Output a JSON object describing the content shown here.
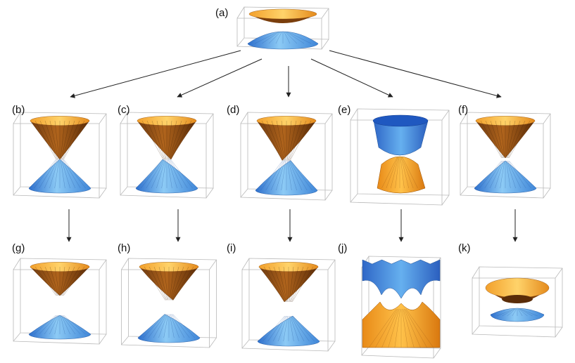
{
  "panels": {
    "a": {
      "label": "(a)",
      "shape": "gapped-paraboloids",
      "top_color": "orange",
      "bottom_color": "blue"
    },
    "b": {
      "label": "(b)",
      "shape": "dirac-cone",
      "top_color": "orange",
      "bottom_color": "blue"
    },
    "c": {
      "label": "(c)",
      "shape": "tilted-dirac-cone",
      "top_color": "orange",
      "bottom_color": "blue"
    },
    "d": {
      "label": "(d)",
      "shape": "warped-dirac-cone",
      "top_color": "orange",
      "bottom_color": "blue"
    },
    "e": {
      "label": "(e)",
      "shape": "inverted-bands",
      "top_color": "blue",
      "bottom_color": "orange"
    },
    "f": {
      "label": "(f)",
      "shape": "quadratic-touching",
      "top_color": "orange",
      "bottom_color": "blue"
    },
    "g": {
      "label": "(g)",
      "shape": "gapped-cone",
      "top_color": "orange",
      "bottom_color": "blue"
    },
    "h": {
      "label": "(h)",
      "shape": "gapped-tilted-cone",
      "top_color": "orange",
      "bottom_color": "blue"
    },
    "i": {
      "label": "(i)",
      "shape": "gapped-warped-cone",
      "top_color": "orange",
      "bottom_color": "blue"
    },
    "j": {
      "label": "(j)",
      "shape": "corrugated-bands",
      "top_color": "blue",
      "bottom_color": "orange"
    },
    "k": {
      "label": "(k)",
      "shape": "ring-band",
      "top_color": "orange",
      "bottom_color": "blue"
    }
  },
  "arrows": [
    {
      "from": "a",
      "to": "b"
    },
    {
      "from": "a",
      "to": "c"
    },
    {
      "from": "a",
      "to": "d"
    },
    {
      "from": "a",
      "to": "e"
    },
    {
      "from": "a",
      "to": "f"
    },
    {
      "from": "b",
      "to": "g"
    },
    {
      "from": "c",
      "to": "h"
    },
    {
      "from": "d",
      "to": "i"
    },
    {
      "from": "e",
      "to": "j"
    },
    {
      "from": "f",
      "to": "k"
    }
  ],
  "colors": {
    "orange_top": "#f6b23a",
    "orange_side": "#c8731c",
    "orange_dark": "#7a3e0c",
    "blue_top": "#9fd3f7",
    "blue_side": "#4d95dd",
    "blue_dark": "#2a5fa8",
    "box_line": "#b9b9b9",
    "arrow": "#222222"
  }
}
